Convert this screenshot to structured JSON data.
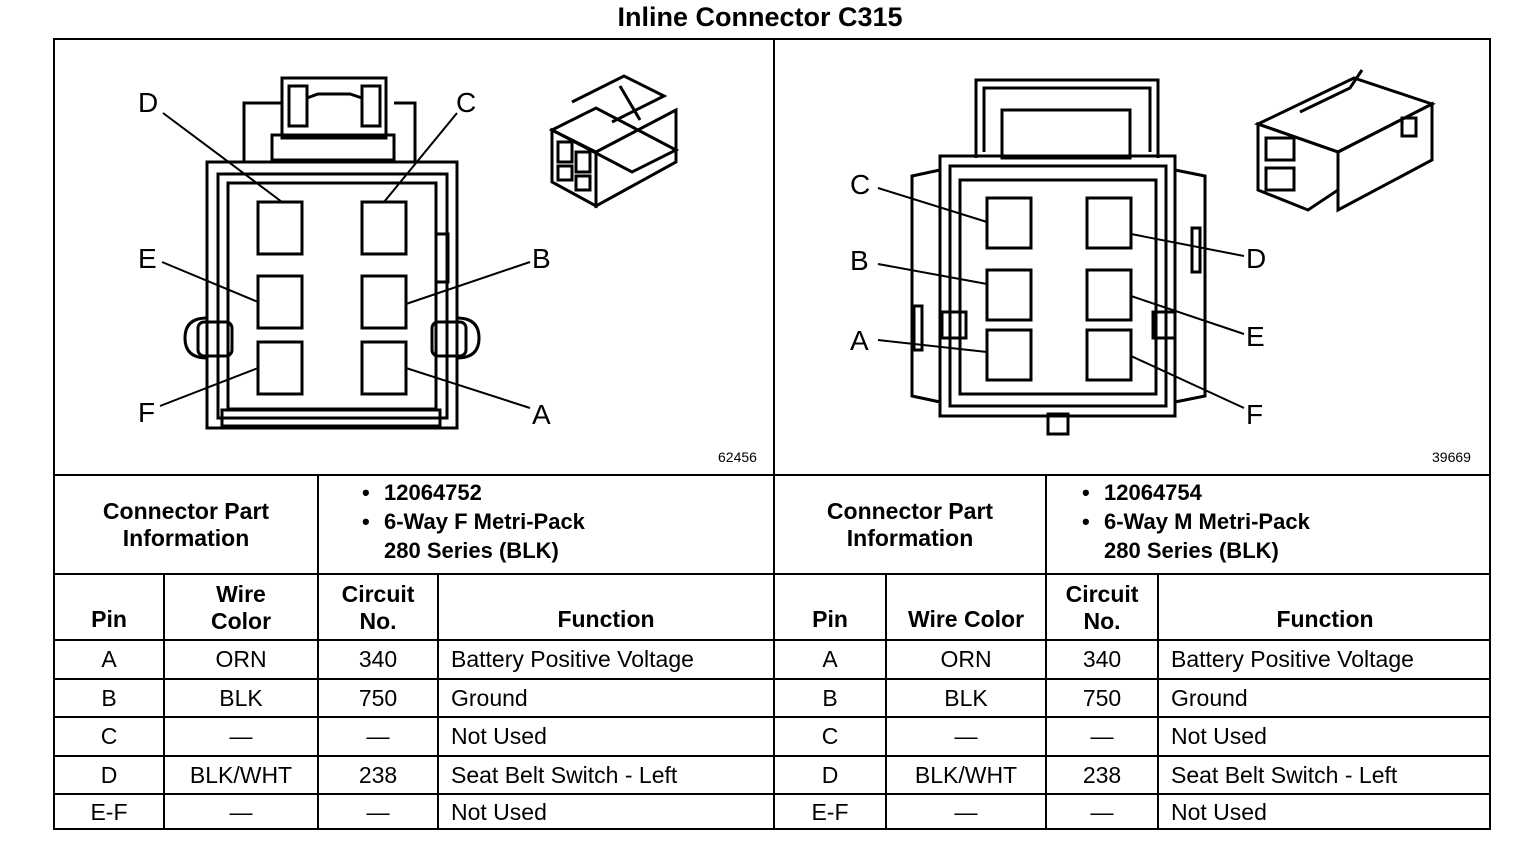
{
  "title": "Inline Connector C315",
  "left": {
    "figure_id": "62456",
    "pin_labels": [
      "D",
      "C",
      "E",
      "B",
      "F",
      "A"
    ],
    "part_info_label": "Connector Part Information",
    "part_bullets": [
      "12064752",
      "6-Way F Metri-Pack 280 Series (BLK)"
    ],
    "headers": {
      "pin": "Pin",
      "wire_color": "Wire Color",
      "circuit": "Circuit No.",
      "function": "Function"
    },
    "rows": [
      {
        "pin": "A",
        "wire": "ORN",
        "circuit": "340",
        "function": "Battery Positive Voltage"
      },
      {
        "pin": "B",
        "wire": "BLK",
        "circuit": "750",
        "function": "Ground"
      },
      {
        "pin": "C",
        "wire": "—",
        "circuit": "—",
        "function": "Not Used"
      },
      {
        "pin": "D",
        "wire": "BLK/WHT",
        "circuit": "238",
        "function": "Seat Belt Switch - Left"
      },
      {
        "pin": "E-F",
        "wire": "—",
        "circuit": "—",
        "function": "Not Used"
      }
    ]
  },
  "right": {
    "figure_id": "39669",
    "pin_labels": [
      "C",
      "B",
      "A",
      "D",
      "E",
      "F"
    ],
    "part_info_label": "Connector Part Information",
    "part_bullets": [
      "12064754",
      "6-Way M Metri-Pack 280 Series (BLK)"
    ],
    "headers": {
      "pin": "Pin",
      "wire_color": "Wire Color",
      "circuit": "Circuit No.",
      "function": "Function"
    },
    "rows": [
      {
        "pin": "A",
        "wire": "ORN",
        "circuit": "340",
        "function": "Battery Positive Voltage"
      },
      {
        "pin": "B",
        "wire": "BLK",
        "circuit": "750",
        "function": "Ground"
      },
      {
        "pin": "C",
        "wire": "—",
        "circuit": "—",
        "function": "Not Used"
      },
      {
        "pin": "D",
        "wire": "BLK/WHT",
        "circuit": "238",
        "function": "Seat Belt Switch - Left"
      },
      {
        "pin": "E-F",
        "wire": "—",
        "circuit": "—",
        "function": "Not Used"
      }
    ]
  }
}
